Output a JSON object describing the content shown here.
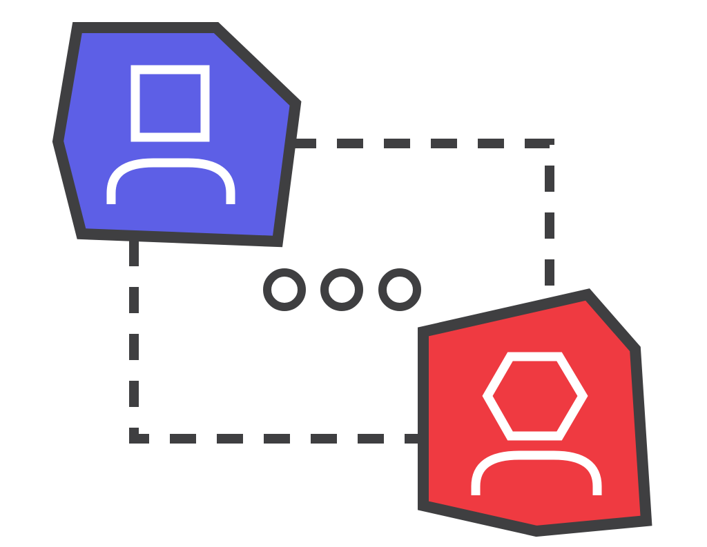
{
  "colors": {
    "background": "#ffffff",
    "outline": "#3f3f41",
    "user_a_fill": "#5d5fe6",
    "user_b_fill": "#ef3a41",
    "glyph": "#ffffff"
  },
  "nodes": [
    {
      "id": "user-a",
      "icon": "square-head-user-icon"
    },
    {
      "id": "user-b",
      "icon": "hexagon-head-user-icon"
    }
  ],
  "connector": {
    "style": "dashed",
    "icon": "ellipsis-icon"
  }
}
